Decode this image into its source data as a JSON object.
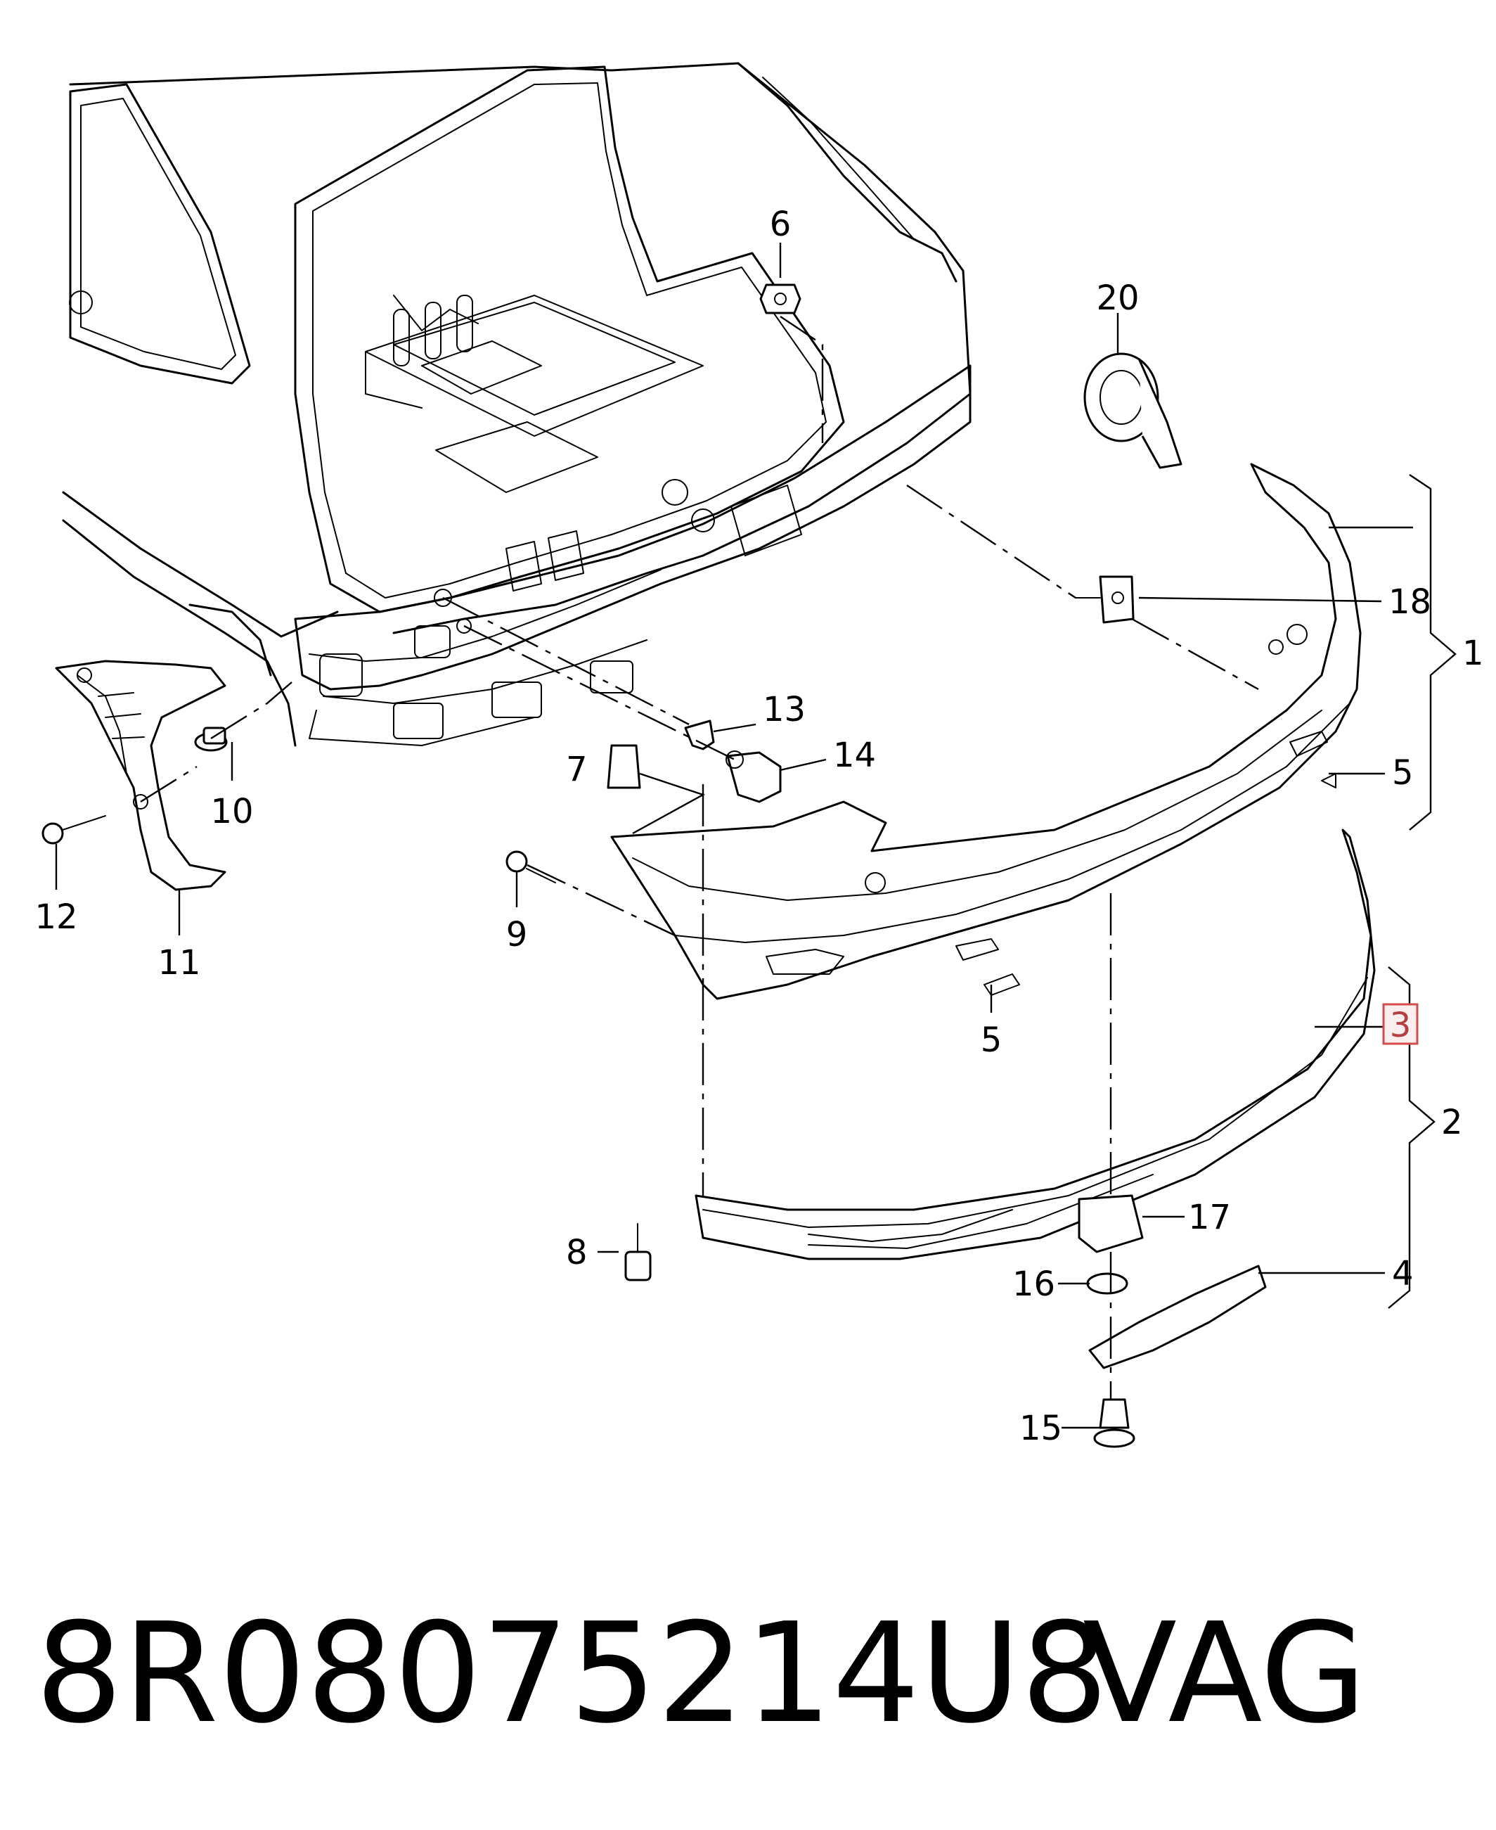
{
  "diagram": {
    "callouts": {
      "c1": "1",
      "c2": "2",
      "c3": "3",
      "c4": "4",
      "c5a": "5",
      "c5b": "5",
      "c6": "6",
      "c7": "7",
      "c8": "8",
      "c9": "9",
      "c10": "10",
      "c11": "11",
      "c12": "12",
      "c13": "13",
      "c14": "14",
      "c15": "15",
      "c16": "16",
      "c17": "17",
      "c18": "18",
      "c20": "20"
    },
    "highlighted_callout": "3",
    "colors": {
      "line": "#000000",
      "highlight_border": "#d94b4b",
      "highlight_fill": "#fbeeee"
    }
  },
  "footer": {
    "part_number": "8R08075214U8",
    "brand": "VAG"
  }
}
